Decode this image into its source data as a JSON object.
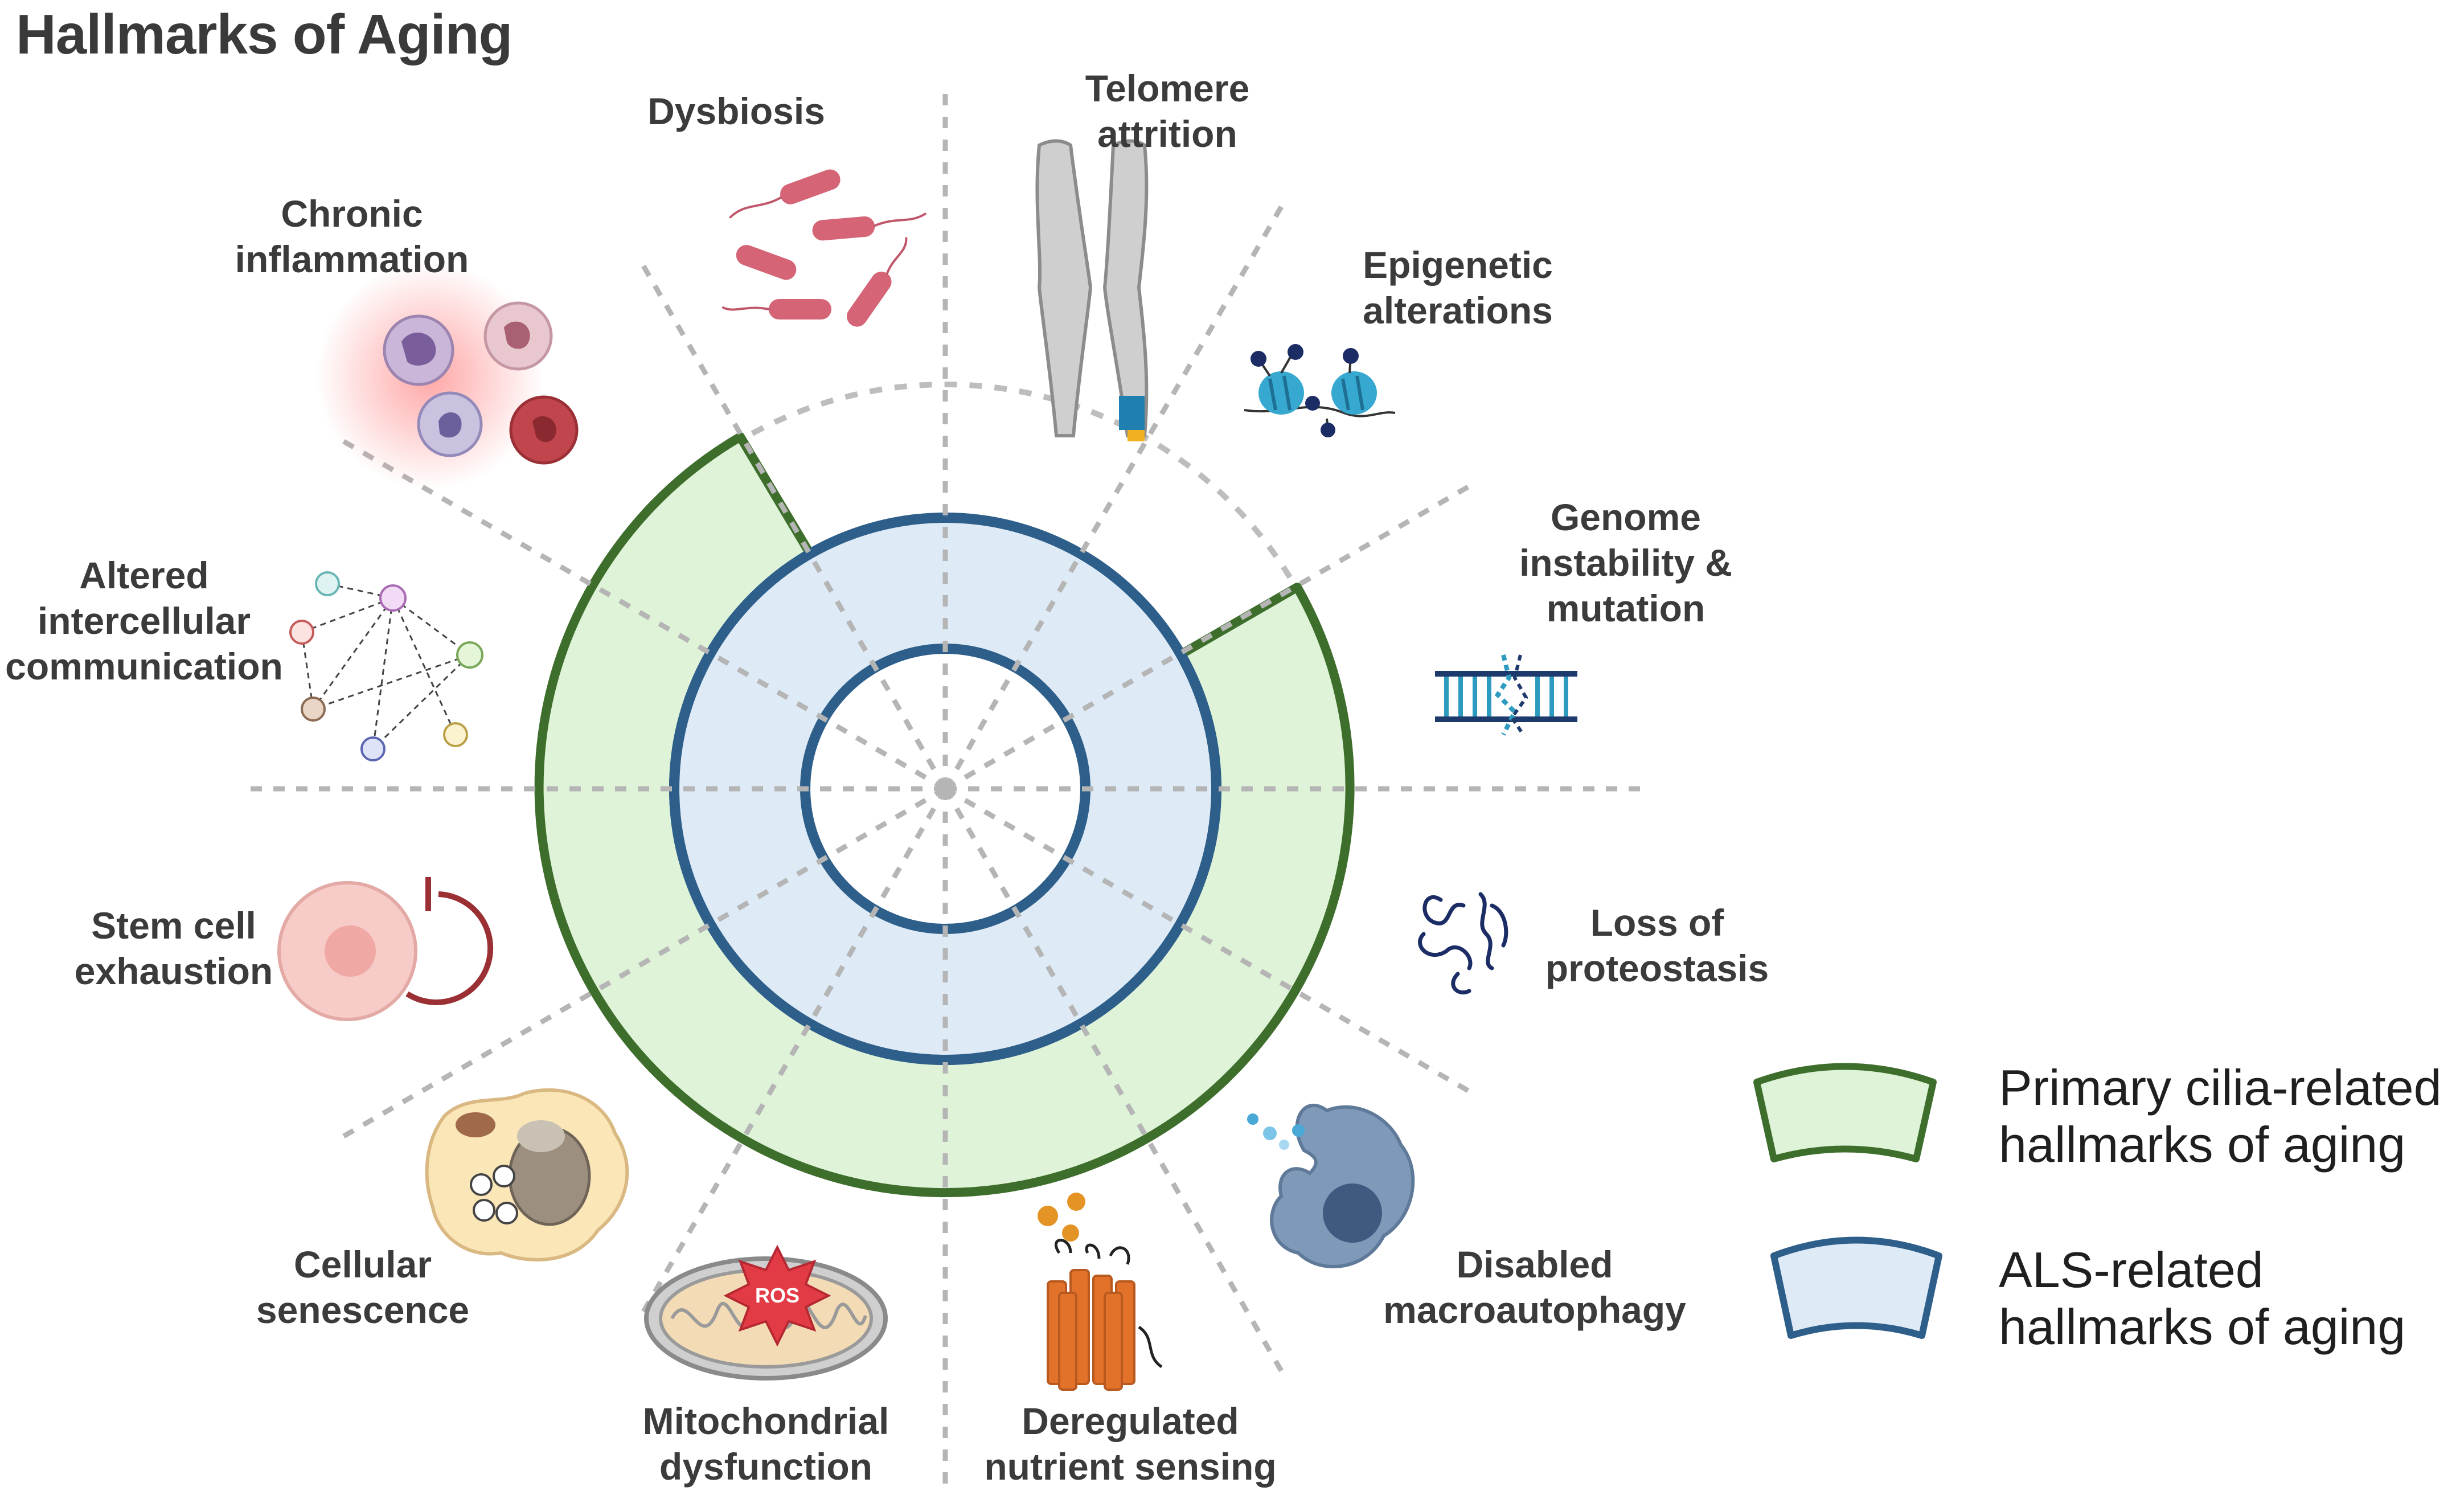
{
  "title": "Hallmarks of Aging",
  "hallmarks": [
    {
      "id": "telomere",
      "lines": [
        "Telomere",
        "attrition"
      ],
      "icon": "chromosome-icon"
    },
    {
      "id": "epigenetic",
      "lines": [
        "Epigenetic",
        "alterations"
      ],
      "icon": "nucleosome-icon"
    },
    {
      "id": "genome",
      "lines": [
        "Genome",
        "instability &",
        "mutation"
      ],
      "icon": "dna-damage-icon"
    },
    {
      "id": "proteostasis",
      "lines": [
        "Loss of",
        "proteostasis"
      ],
      "icon": "misfolded-protein-icon"
    },
    {
      "id": "macroautophagy",
      "lines": [
        "Disabled",
        "macroautophagy"
      ],
      "icon": "autophagy-cell-icon"
    },
    {
      "id": "nutrient",
      "lines": [
        "Deregulated",
        "nutrient sensing"
      ],
      "icon": "receptor-icon"
    },
    {
      "id": "mitochondrial",
      "lines": [
        "Mitochondrial",
        "dysfunction"
      ],
      "icon": "mitochondrion-icon",
      "badge": "ROS"
    },
    {
      "id": "senescence",
      "lines": [
        "Cellular",
        "senescence"
      ],
      "icon": "senescent-cell-icon"
    },
    {
      "id": "stemcell",
      "lines": [
        "Stem cell",
        "exhaustion"
      ],
      "icon": "stem-cell-icon"
    },
    {
      "id": "communication",
      "lines": [
        "Altered",
        "intercellular",
        "communication"
      ],
      "icon": "network-icon"
    },
    {
      "id": "inflammation",
      "lines": [
        "Chronic",
        "inflammation"
      ],
      "icon": "immune-cells-icon"
    },
    {
      "id": "dysbiosis",
      "lines": [
        "Dysbiosis"
      ],
      "icon": "bacteria-icon"
    }
  ],
  "legend": {
    "primary_cilia": {
      "lines": [
        "Primary cilia-related",
        "hallmarks of aging"
      ],
      "fill": "#dff3d8",
      "stroke": "#3e6e2c"
    },
    "als": {
      "lines": [
        "ALS-related",
        "hallmarks of aging"
      ],
      "fill": "#deebf7",
      "stroke": "#2e5f8a"
    }
  },
  "colors": {
    "green_band": "#dff3d8",
    "green_stroke": "#3e6e2c",
    "blue_band": "#deebf7",
    "blue_stroke": "#2e5f8a",
    "spoke": "#b5b5b5"
  }
}
